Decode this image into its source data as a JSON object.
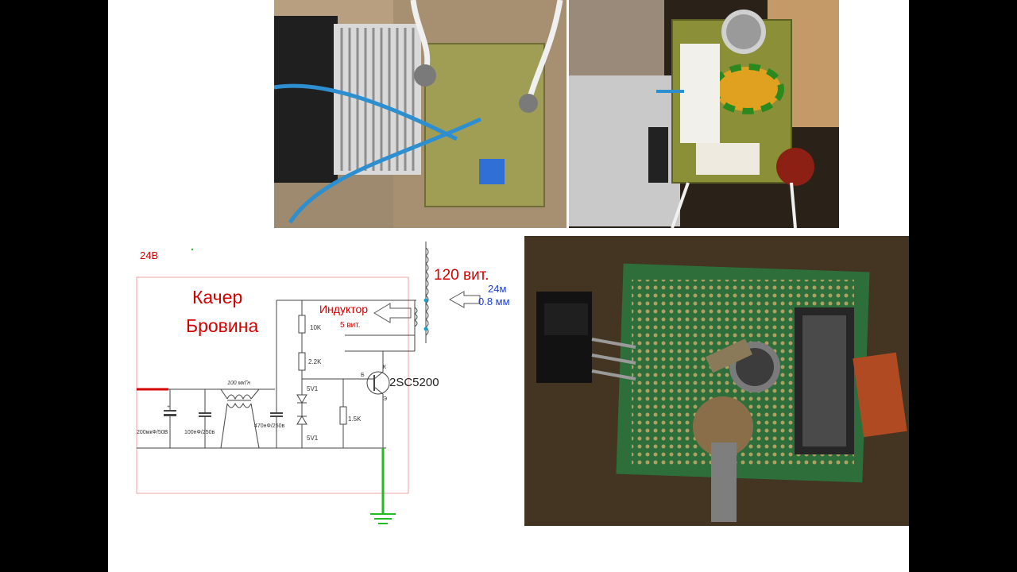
{
  "schematic": {
    "supply_label": "24В",
    "title_line1": "Качер",
    "title_line2": "Бровина",
    "turns_label": "120 вит.",
    "wire_label_line1": "24м",
    "wire_label_line2": "0.8 мм",
    "inductor_label": "Индуктор",
    "inductor_turns": "5 вит.",
    "transistor": "2SC5200",
    "transistor_pins": {
      "b": "Б",
      "k": "К",
      "e": "Э"
    },
    "c1_label": "200мкФ/50В",
    "c2_label": "100нФ/250в",
    "choke_label": "100 мкГн",
    "c3_label": "470нФ/250в",
    "r1_label": "10K",
    "r2_label": "2.2K",
    "z1_label": "5V1",
    "z2_label": "5V1",
    "r3_label": "1.5K"
  },
  "photos": {
    "top_left": "circuit board with heatsink and fan",
    "top_right": "tesla coil winding close-up",
    "bottom_right": "perfboard with transistor and capacitor"
  },
  "colors": {
    "red_text": "#d40000",
    "blue_text": "#1a3fd6",
    "frame": "#f0a0a8",
    "green_wire": "#22bb22"
  }
}
